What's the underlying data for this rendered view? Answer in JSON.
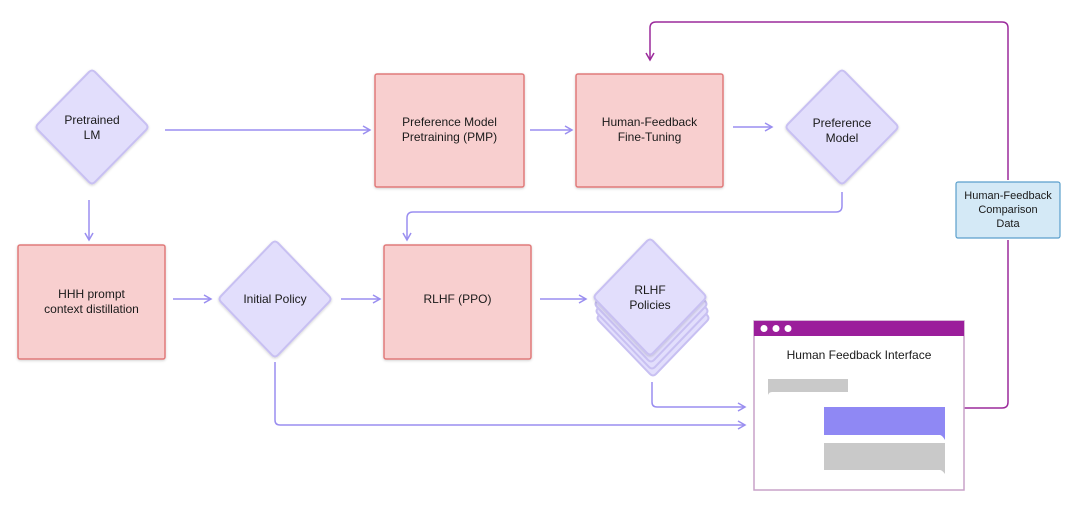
{
  "nodes": {
    "pretrained_lm": "Pretrained\nLM",
    "pmp": "Preference Model\nPretraining (PMP)",
    "hf_finetuning": "Human-Feedback\nFine-Tuning",
    "preference_model": "Preference\nModel",
    "hhh_distillation": "HHH prompt\ncontext distillation",
    "initial_policy": "Initial Policy",
    "rlhf_ppo": "RLHF (PPO)",
    "rlhf_policies": "RLHF\nPolicies",
    "hf_comparison_data": "Human-Feedback\nComparison\nData"
  },
  "interface": {
    "title": "Human Feedback Interface"
  },
  "colors": {
    "box_fill": "#f8cfcf",
    "box_stroke": "#e07a7a",
    "diamond_fill": "#e2defc",
    "diamond_stroke": "#c8c0f2",
    "arrow": "#9a8ef0",
    "feedback_line": "#9b2a9b",
    "data_fill": "#d4e9f6",
    "data_stroke": "#5a9fcc",
    "window_bar": "#9b1e9b",
    "bubble_gray": "#c9c9c9",
    "bubble_purple": "#8f88f4"
  }
}
